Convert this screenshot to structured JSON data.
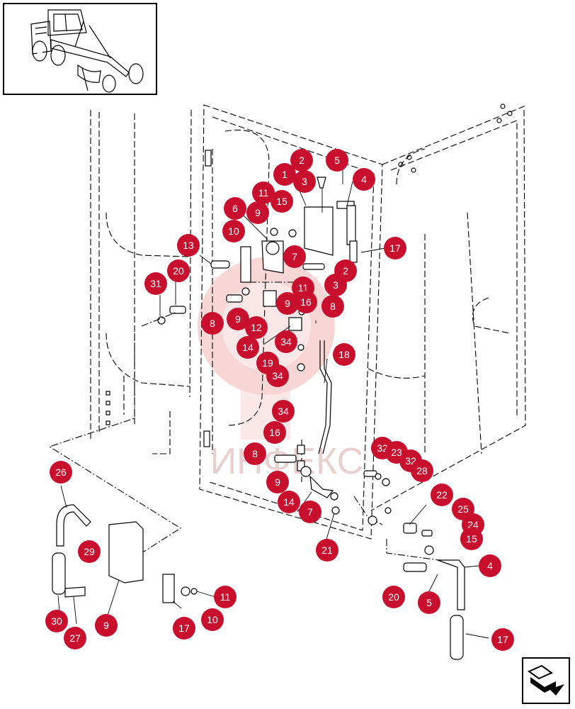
{
  "watermark": {
    "text": "ИНФЕКС",
    "color": "#f4b6b6"
  },
  "accent_color": "#c8102e",
  "callouts": [
    {
      "label": "2"
    },
    {
      "label": "1"
    },
    {
      "label": "3"
    },
    {
      "label": "5"
    },
    {
      "label": "4"
    },
    {
      "label": "11"
    },
    {
      "label": "15"
    },
    {
      "label": "6"
    },
    {
      "label": "9"
    },
    {
      "label": "10"
    },
    {
      "label": "7"
    },
    {
      "label": "17"
    },
    {
      "label": "13"
    },
    {
      "label": "20"
    },
    {
      "label": "31"
    },
    {
      "label": "2"
    },
    {
      "label": "3"
    },
    {
      "label": "11"
    },
    {
      "label": "16"
    },
    {
      "label": "8"
    },
    {
      "label": "9"
    },
    {
      "label": "8"
    },
    {
      "label": "9"
    },
    {
      "label": "12"
    },
    {
      "label": "34"
    },
    {
      "label": "14"
    },
    {
      "label": "18"
    },
    {
      "label": "19"
    },
    {
      "label": "34"
    },
    {
      "label": "34"
    },
    {
      "label": "16"
    },
    {
      "label": "8"
    },
    {
      "label": "32"
    },
    {
      "label": "23"
    },
    {
      "label": "32"
    },
    {
      "label": "28"
    },
    {
      "label": "9"
    },
    {
      "label": "22"
    },
    {
      "label": "14"
    },
    {
      "label": "7"
    },
    {
      "label": "25"
    },
    {
      "label": "24"
    },
    {
      "label": "21"
    },
    {
      "label": "15"
    },
    {
      "label": "26"
    },
    {
      "label": "29"
    },
    {
      "label": "4"
    },
    {
      "label": "20"
    },
    {
      "label": "5"
    },
    {
      "label": "11"
    },
    {
      "label": "17"
    },
    {
      "label": "30"
    },
    {
      "label": "27"
    },
    {
      "label": "9"
    },
    {
      "label": "10"
    },
    {
      "label": "17"
    }
  ]
}
